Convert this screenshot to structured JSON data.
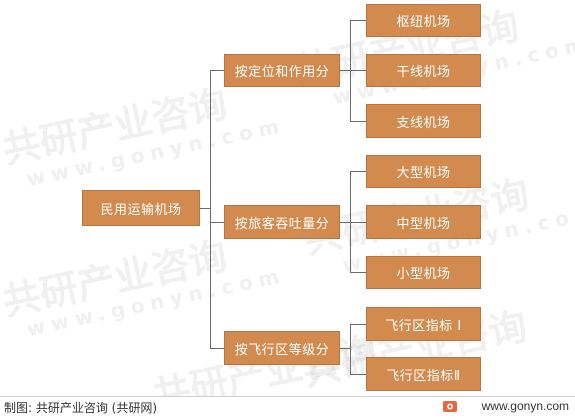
{
  "diagram": {
    "root": {
      "label": "民用运输机场"
    },
    "branches": [
      {
        "label": "按定位和作用分",
        "children": [
          "枢纽机场",
          "干线机场",
          "支线机场"
        ]
      },
      {
        "label": "按旅客吞吐量分",
        "children": [
          "大型机场",
          "中型机场",
          "小型机场"
        ]
      },
      {
        "label": "按飞行区等级分",
        "children": [
          "飞行区指标 I",
          "飞行区指标Ⅱ"
        ]
      }
    ]
  },
  "watermark": {
    "cn": "共研产业咨询",
    "en": "www.gonyn.com"
  },
  "footer": {
    "credit": "制图: 共研产业咨询 (共研网)",
    "site": "www.gonyn.com"
  },
  "colors": {
    "node_fill": "#d38a4f",
    "node_text": "#ffffff",
    "connector": "#6b6b6b"
  }
}
